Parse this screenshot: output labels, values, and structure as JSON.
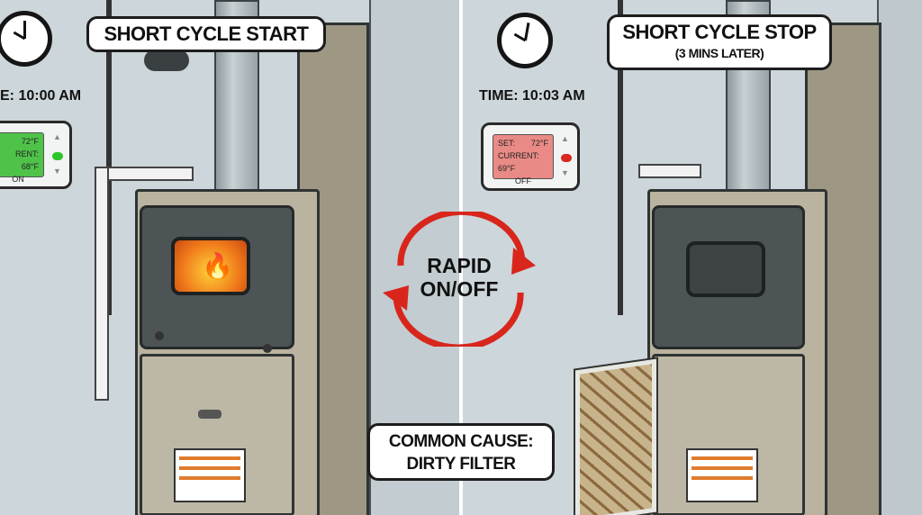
{
  "left": {
    "title": "SHORT CYCLE START",
    "time": "E: 10:00 AM",
    "thermostat": {
      "line1": "72°F",
      "line2": "RENT: 68°F",
      "line3": "ON",
      "screen_color": "#4fc24a",
      "indicator_color": "#2ec52b"
    },
    "flame_icon": "flame-icon"
  },
  "right": {
    "title": "SHORT CYCLE STOP",
    "subtitle": "(3 MINS LATER)",
    "time": "TIME: 10:03 AM",
    "thermostat": {
      "set_label": "SET:",
      "set_value": "72°F",
      "current": "CURRENT: 69°F",
      "status": "OFF",
      "screen_color": "#e98a86",
      "indicator_color": "#d9281f"
    }
  },
  "center": {
    "label_line1": "RAPID",
    "label_line2": "ON/OFF",
    "arrow_color": "#d8261c"
  },
  "callout": {
    "line1": "COMMON CAUSE:",
    "line2": "DIRTY FILTER"
  }
}
